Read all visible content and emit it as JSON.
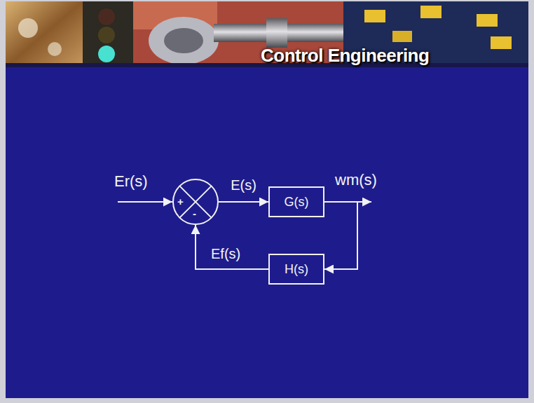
{
  "diagram": {
    "nodes": [
      {
        "text": [
          "+",
          "-"
        ]
      },
      {
        "text": [
          "G(s)"
        ]
      },
      {
        "text": [
          "H(s)"
        ]
      }
    ],
    "edges": [
      {
        "from": 0,
        "to": 1,
        "arrow": "to",
        "label": "E(s)"
      },
      {
        "from": 1,
        "to": 2,
        "arrow": "to"
      },
      {
        "from": 2,
        "to": 0,
        "arrow": "to",
        "label": "Ef(s)"
      }
    ],
    "labels": [
      "Control Engineering",
      "Er(s)",
      "wm(s)"
    ]
  }
}
